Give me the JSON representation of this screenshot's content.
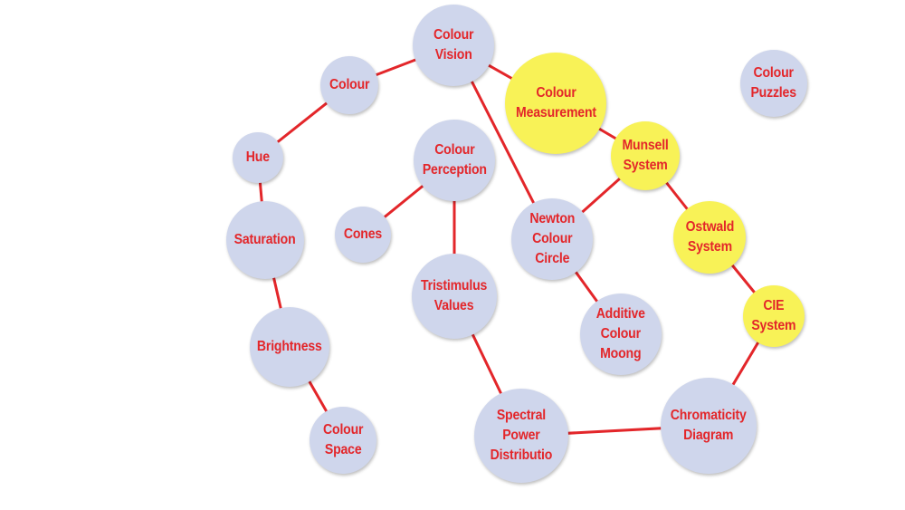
{
  "colors": {
    "node_fill": "#cfd6ec",
    "node_highlight": "#f8f257",
    "label": "#e3262a",
    "edge": "#e3262a"
  },
  "nodes": [
    {
      "id": "colour-vision",
      "label": "Colour\nVision",
      "highlight": false
    },
    {
      "id": "colour",
      "label": "Colour",
      "highlight": false
    },
    {
      "id": "colour-measurement",
      "label": "Colour\nMeasurement",
      "highlight": true
    },
    {
      "id": "colour-puzzles",
      "label": "Colour\nPuzzles",
      "highlight": false
    },
    {
      "id": "hue",
      "label": "Hue",
      "highlight": false
    },
    {
      "id": "colour-perception",
      "label": "Colour\nPerception",
      "highlight": false
    },
    {
      "id": "munsell-system",
      "label": "Munsell\nSystem",
      "highlight": true
    },
    {
      "id": "saturation",
      "label": "Saturation",
      "highlight": false
    },
    {
      "id": "cones",
      "label": "Cones",
      "highlight": false
    },
    {
      "id": "newton-colour-circle",
      "label": "Newton\nColour\nCircle",
      "highlight": false
    },
    {
      "id": "ostwald-system",
      "label": "Ostwald\nSystem",
      "highlight": true
    },
    {
      "id": "tristimulus-values",
      "label": "Tristimulus\nValues",
      "highlight": false
    },
    {
      "id": "cie-system",
      "label": "CIE\nSystem",
      "highlight": true
    },
    {
      "id": "additive-colour-moong",
      "label": "Additive\nColour\nMoong",
      "highlight": false
    },
    {
      "id": "brightness",
      "label": "Brightness",
      "highlight": false
    },
    {
      "id": "chromaticity-diagram",
      "label": "Chromaticity\nDiagram",
      "highlight": false
    },
    {
      "id": "colour-space",
      "label": "Colour\nSpace",
      "highlight": false
    },
    {
      "id": "spectral-power-distribution",
      "label": "Spectral\nPower\nDistributio",
      "highlight": false
    }
  ],
  "edges": [
    [
      "colour",
      "colour-vision"
    ],
    [
      "colour-vision",
      "colour-measurement"
    ],
    [
      "colour-vision",
      "newton-colour-circle"
    ],
    [
      "colour",
      "hue"
    ],
    [
      "hue",
      "saturation"
    ],
    [
      "saturation",
      "brightness"
    ],
    [
      "brightness",
      "colour-space"
    ],
    [
      "colour-perception",
      "cones"
    ],
    [
      "colour-perception",
      "tristimulus-values"
    ],
    [
      "tristimulus-values",
      "spectral-power-distribution"
    ],
    [
      "spectral-power-distribution",
      "chromaticity-diagram"
    ],
    [
      "chromaticity-diagram",
      "cie-system"
    ],
    [
      "cie-system",
      "ostwald-system"
    ],
    [
      "ostwald-system",
      "munsell-system"
    ],
    [
      "munsell-system",
      "colour-measurement"
    ],
    [
      "munsell-system",
      "newton-colour-circle"
    ],
    [
      "newton-colour-circle",
      "additive-colour-moong"
    ]
  ]
}
